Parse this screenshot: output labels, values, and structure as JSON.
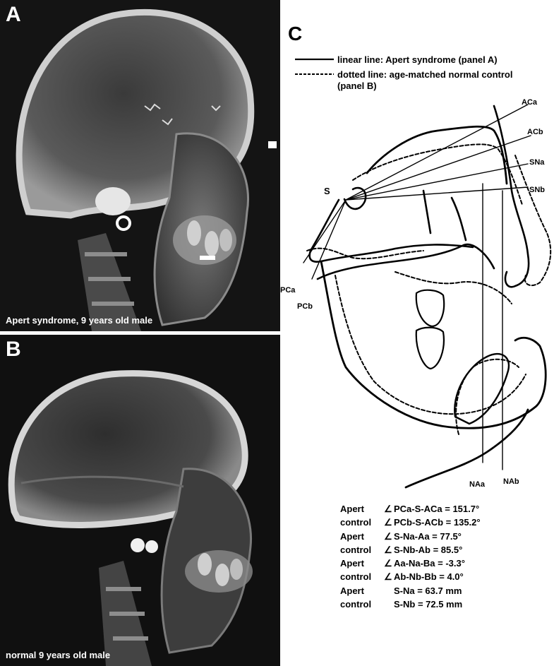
{
  "panels": {
    "a": {
      "letter": "A",
      "caption": "Apert syndrome, 9 years old male"
    },
    "b": {
      "letter": "B",
      "caption": "normal 9 years old male"
    },
    "c": {
      "letter": "C"
    }
  },
  "legend": {
    "solid": "linear line: Apert syndrome (panel A)",
    "dotted_1": "dotted line: age-matched normal control",
    "dotted_2": "(panel B)"
  },
  "landmarks": {
    "aca": "ACa",
    "acb": "ACb",
    "sna": "SNa",
    "snb": "SNb",
    "s": "S",
    "pca": "PCa",
    "pcb": "PCb",
    "naa": "NAa",
    "nab": "NAb"
  },
  "measurements": [
    {
      "group": "Apert",
      "symbol": "∠",
      "expr": "PCa-S-ACa = 151.7°"
    },
    {
      "group": "control",
      "symbol": "∠",
      "expr": "PCb-S-ACb = 135.2°"
    },
    {
      "group": "Apert",
      "symbol": "∠",
      "expr": "S-Na-Aa = 77.5°"
    },
    {
      "group": "control",
      "symbol": "∠",
      "expr": "S-Nb-Ab = 85.5°"
    },
    {
      "group": "Apert",
      "symbol": "∠",
      "expr": "Aa-Na-Ba = -3.3°"
    },
    {
      "group": "control",
      "symbol": "∠",
      "expr": "Ab-Nb-Bb = 4.0°"
    },
    {
      "group": "Apert",
      "symbol": "",
      "expr": "S-Na = 63.7 mm"
    },
    {
      "group": "control",
      "symbol": "",
      "expr": "S-Nb = 72.5 mm"
    }
  ],
  "colors": {
    "xray_bg": "#111111",
    "bone": "#d8d8d8",
    "ink": "#000000"
  }
}
